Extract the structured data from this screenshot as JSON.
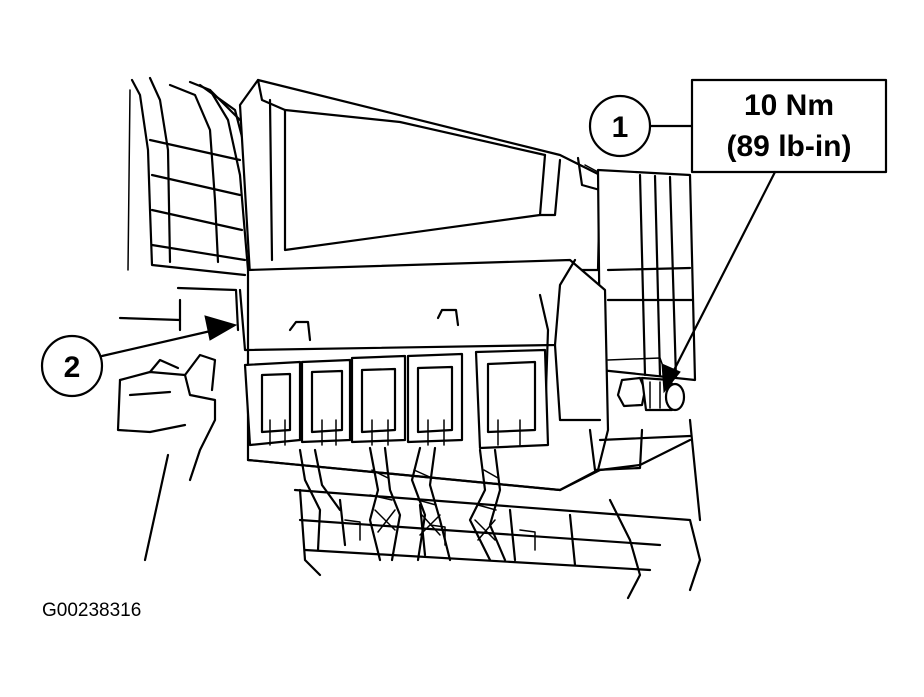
{
  "callouts": [
    {
      "number": "1"
    },
    {
      "number": "2"
    }
  ],
  "torque_spec": {
    "line1": "10 Nm",
    "line2": "(89 lb-in)"
  },
  "figure_id": "G00238316"
}
